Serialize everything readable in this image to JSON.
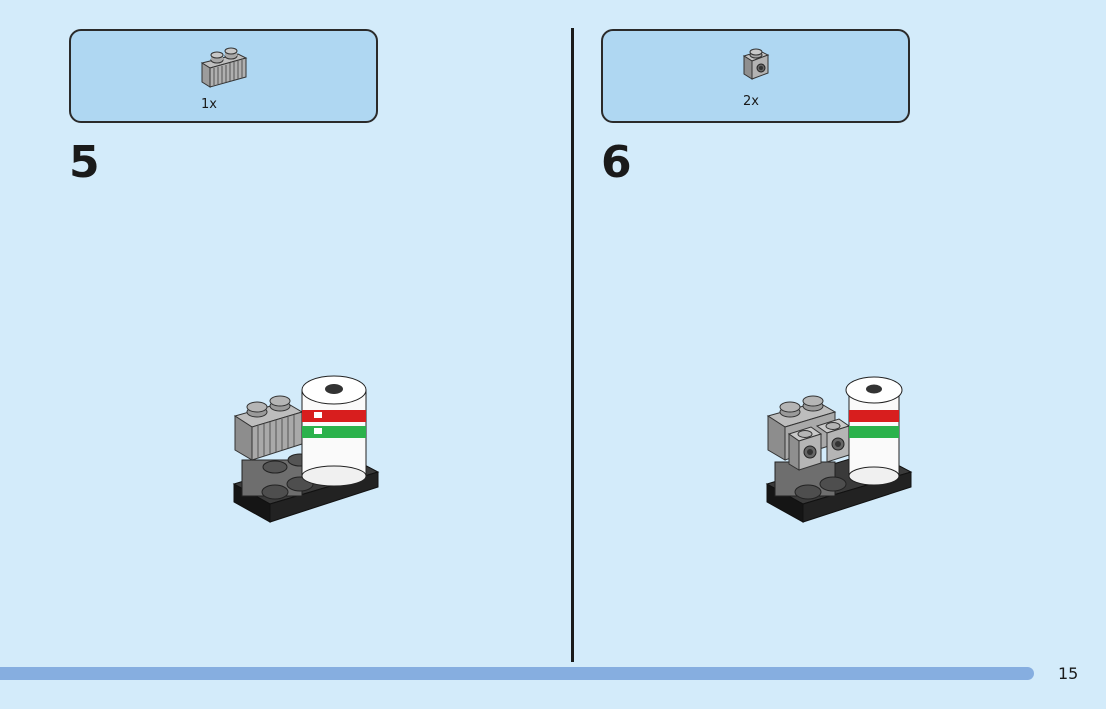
{
  "steps": [
    {
      "number": "5",
      "quantity": "1x",
      "part_icon": "grille-brick-1x2-icon"
    },
    {
      "number": "6",
      "quantity": "2x",
      "part_icon": "bracket-brick-1x1-icon"
    }
  ],
  "page": {
    "number": "15"
  },
  "colors": {
    "background": "#d3ebfa",
    "parts_box": "#afd7f2",
    "progress_bar": "#86aee0"
  }
}
